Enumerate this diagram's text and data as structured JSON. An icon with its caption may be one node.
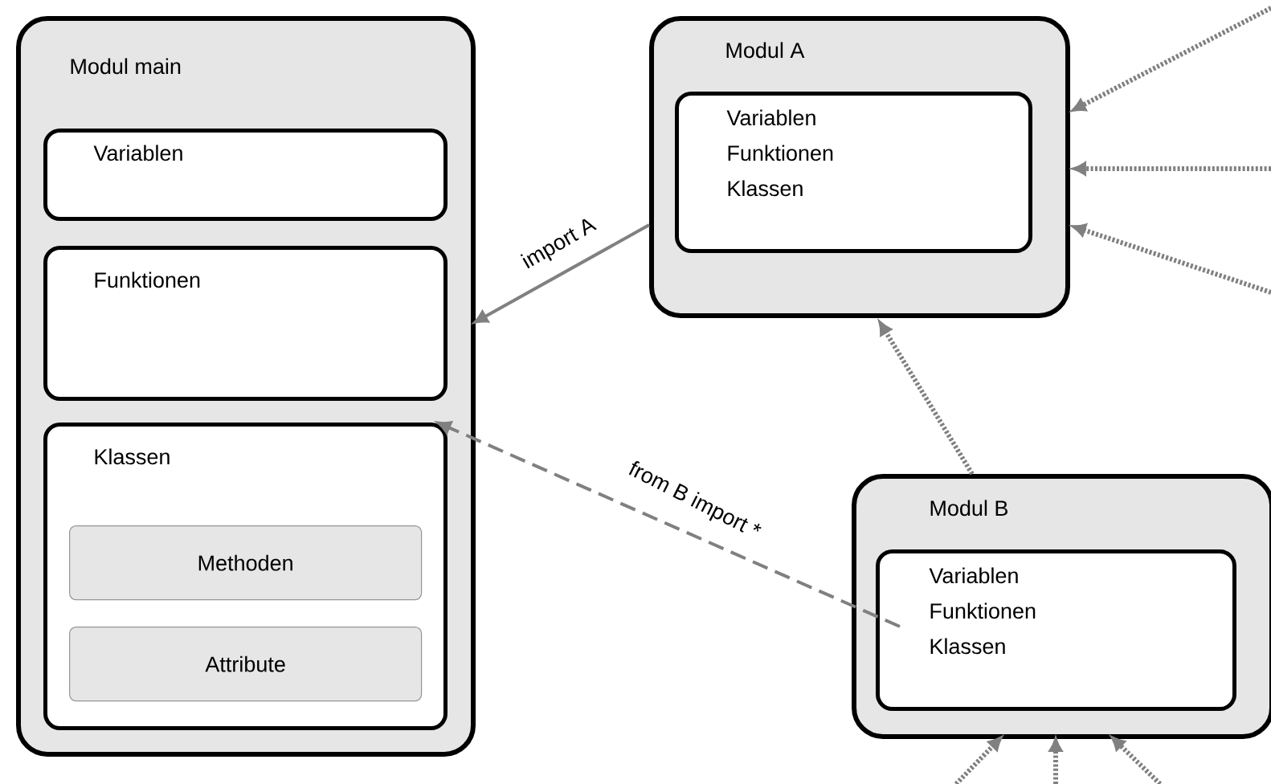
{
  "diagram": {
    "nodes": [
      {
        "text": [
          "Modul main"
        ]
      },
      {
        "text": [
          "Variablen"
        ],
        "in": 0
      },
      {
        "text": [
          "Funktionen"
        ],
        "in": 0
      },
      {
        "text": [
          "Klassen"
        ],
        "in": 0
      },
      {
        "text": [
          "Methoden"
        ],
        "in": 3
      },
      {
        "text": [
          "Attribute"
        ],
        "in": 3
      },
      {
        "text": [
          "Modul A"
        ]
      },
      {
        "text": [
          "Variablen",
          "Funktionen",
          "Klassen"
        ],
        "in": 6
      },
      {
        "text": [
          "Modul B"
        ]
      },
      {
        "text": [
          "Variablen",
          "Funktionen",
          "Klassen"
        ],
        "in": 8
      }
    ],
    "edges": [
      {
        "from": 6,
        "to": 0,
        "arrow": "to",
        "label": "import A"
      },
      {
        "from": 9,
        "to": 3,
        "arrow": "to",
        "label": "from B import *",
        "style": "dashed"
      },
      {
        "from": 8,
        "to": 6,
        "arrow": "to",
        "style": "dashed"
      },
      {
        "from": null,
        "to": 6,
        "arrow": "to",
        "style": "dashed"
      },
      {
        "from": null,
        "to": 6,
        "arrow": "to",
        "style": "dashed"
      },
      {
        "from": null,
        "to": 6,
        "arrow": "to",
        "style": "dashed"
      },
      {
        "from": null,
        "to": 8,
        "arrow": "to",
        "style": "dashed"
      },
      {
        "from": null,
        "to": 8,
        "arrow": "to",
        "style": "dashed"
      },
      {
        "from": null,
        "to": 8,
        "arrow": "to",
        "style": "dashed"
      }
    ]
  }
}
